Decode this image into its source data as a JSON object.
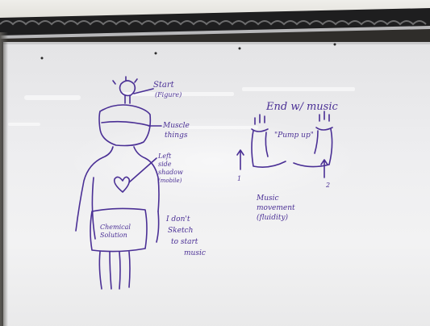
{
  "whiteboard": {
    "marker_color": "#4a2f95",
    "labels": {
      "start": "Start",
      "start_sub": "(Figure)",
      "muscle": "Muscle",
      "muscle2": "things",
      "left_side": "Left",
      "left_side2": "side",
      "left_side3": "shadow",
      "left_side4": "(mobile)",
      "chemical": "Chemical",
      "chemical2": "Solution",
      "dont1": "I don't",
      "dont2": "Sketch",
      "dont3": "to start",
      "dont4": "music",
      "end": "End w/ music",
      "pump": "\"Pump up\"",
      "arrow_num": "1",
      "arrow_num2": "2",
      "mimic1": "Music",
      "mimic2": "movement",
      "mimic3": "(fluidity)"
    }
  }
}
